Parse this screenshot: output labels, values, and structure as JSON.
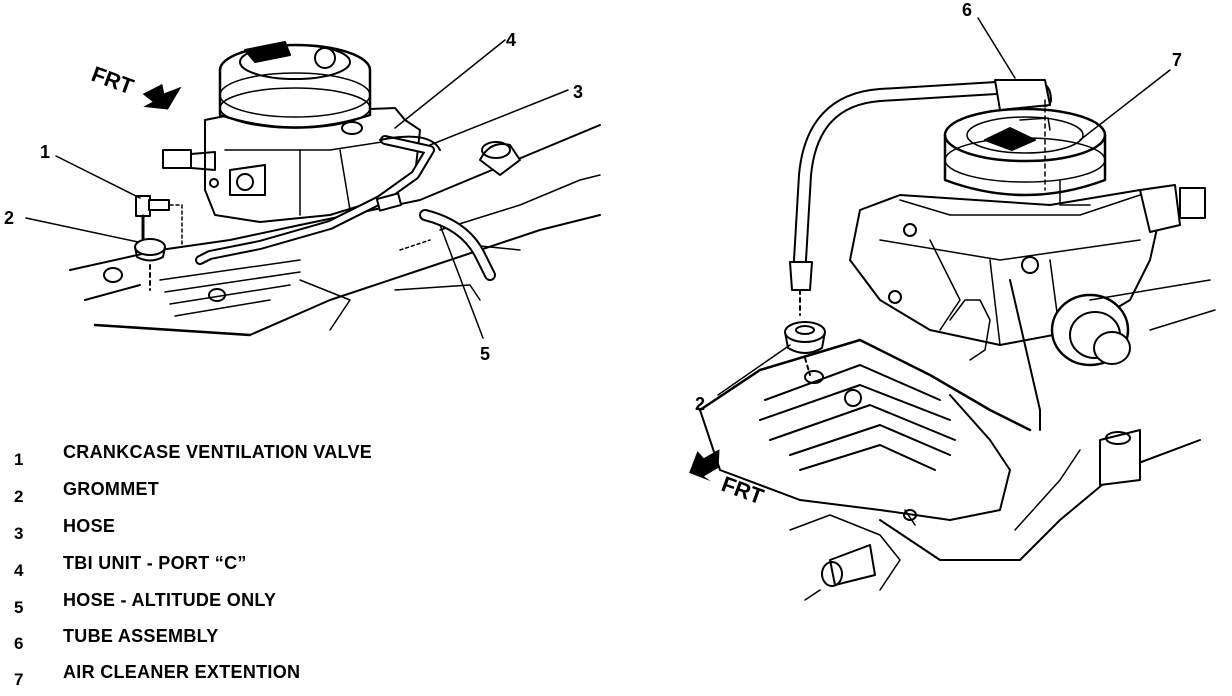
{
  "diagram": {
    "left_view": {
      "direction_label": "FRT",
      "callouts": [
        "1",
        "2",
        "3",
        "4",
        "5"
      ]
    },
    "right_view": {
      "direction_label": "FRT",
      "callouts": [
        "6",
        "7",
        "2"
      ]
    }
  },
  "legend": [
    {
      "number": "1",
      "label": "CRANKCASE VENTILATION VALVE"
    },
    {
      "number": "2",
      "label": "GROMMET"
    },
    {
      "number": "3",
      "label": "HOSE"
    },
    {
      "number": "4",
      "label": "TBI UNIT - PORT “C”"
    },
    {
      "number": "5",
      "label": "HOSE - ALTITUDE ONLY"
    },
    {
      "number": "6",
      "label": "TUBE ASSEMBLY"
    },
    {
      "number": "7",
      "label": "AIR CLEANER EXTENTION"
    }
  ]
}
